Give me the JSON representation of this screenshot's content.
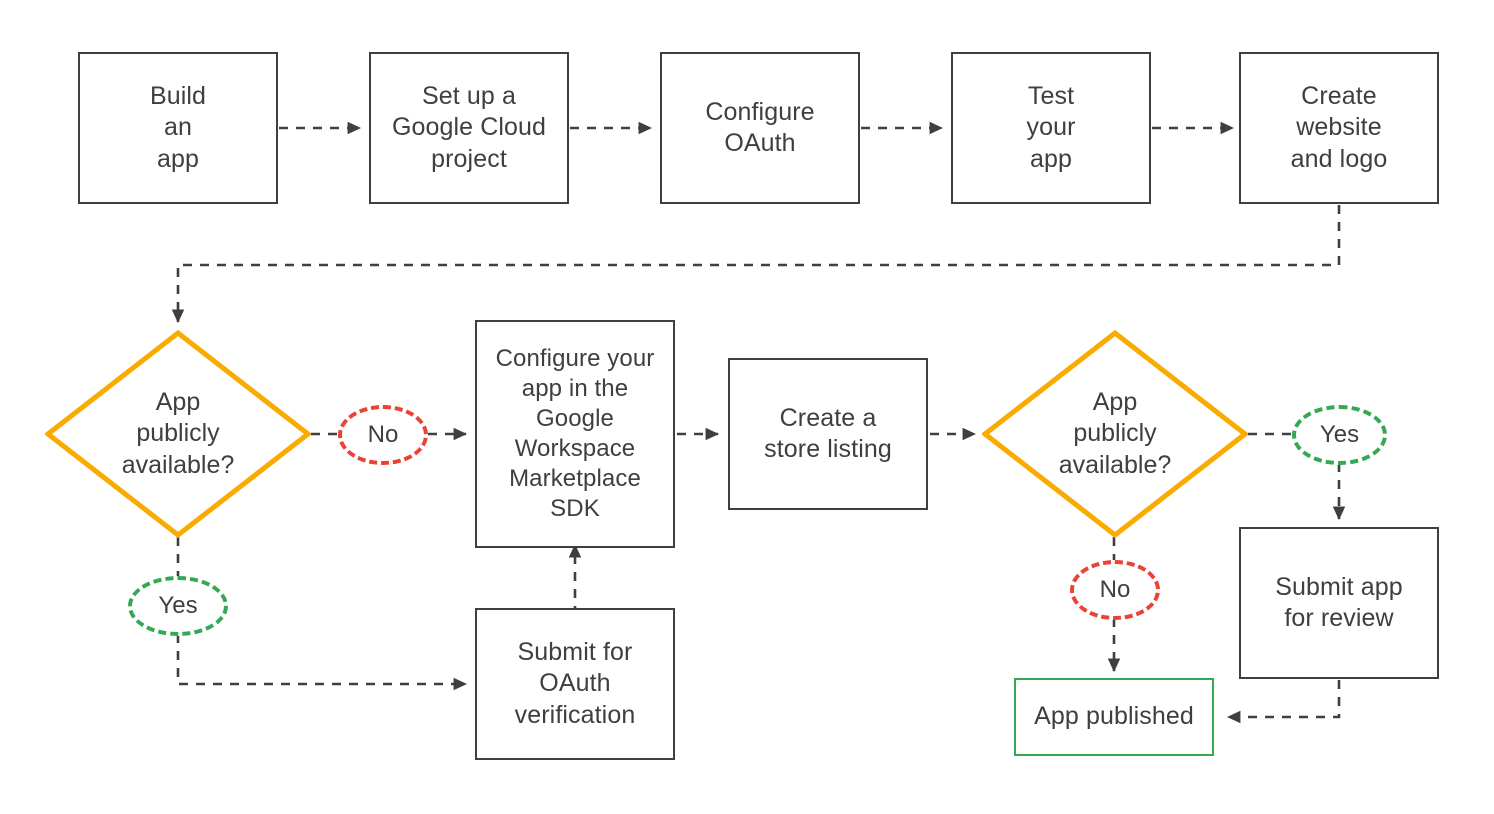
{
  "diagram": {
    "title": "Google Workspace Marketplace app publishing flow",
    "colors": {
      "stroke_dark": "#3c4043",
      "decision_yellow": "#f9ab00",
      "label_no_red": "#ea4335",
      "label_yes_green": "#34a853",
      "terminal_green": "#34a853",
      "background": "#ffffff"
    },
    "nodes": [
      {
        "id": "build-an-app",
        "type": "process",
        "text": "Build\nan\napp"
      },
      {
        "id": "set-up-google-cloud-project",
        "type": "process",
        "text": "Set up a\nGoogle Cloud\nproject"
      },
      {
        "id": "configure-oauth",
        "type": "process",
        "text": "Configure\nOAuth"
      },
      {
        "id": "test-your-app",
        "type": "process",
        "text": "Test\nyour\napp"
      },
      {
        "id": "create-website-and-logo",
        "type": "process",
        "text": "Create\nwebsite\nand logo"
      },
      {
        "id": "app-publicly-available-1",
        "type": "decision",
        "text": "App\npublicly\navailable?"
      },
      {
        "id": "configure-app-in-marketplace-sdk",
        "type": "process",
        "text": "Configure your\napp in the\nGoogle\nWorkspace\nMarketplace\nSDK"
      },
      {
        "id": "create-a-store-listing",
        "type": "process",
        "text": "Create a\nstore listing"
      },
      {
        "id": "app-publicly-available-2",
        "type": "decision",
        "text": "App\npublicly\navailable?"
      },
      {
        "id": "submit-for-oauth-verification",
        "type": "process",
        "text": "Submit for\nOAuth\nverification"
      },
      {
        "id": "submit-app-for-review",
        "type": "process",
        "text": "Submit app\nfor review"
      },
      {
        "id": "app-published",
        "type": "terminal",
        "text": "App published"
      }
    ],
    "edge_labels": [
      {
        "id": "decision-1-no",
        "text": "No",
        "style": "no"
      },
      {
        "id": "decision-1-yes",
        "text": "Yes",
        "style": "yes"
      },
      {
        "id": "decision-2-yes",
        "text": "Yes",
        "style": "yes"
      },
      {
        "id": "decision-2-no",
        "text": "No",
        "style": "no"
      }
    ],
    "edges": [
      {
        "from": "build-an-app",
        "to": "set-up-google-cloud-project"
      },
      {
        "from": "set-up-google-cloud-project",
        "to": "configure-oauth"
      },
      {
        "from": "configure-oauth",
        "to": "test-your-app"
      },
      {
        "from": "test-your-app",
        "to": "create-website-and-logo"
      },
      {
        "from": "create-website-and-logo",
        "to": "app-publicly-available-1"
      },
      {
        "from": "app-publicly-available-1",
        "to": "configure-app-in-marketplace-sdk",
        "label": "No"
      },
      {
        "from": "app-publicly-available-1",
        "to": "submit-for-oauth-verification",
        "label": "Yes"
      },
      {
        "from": "submit-for-oauth-verification",
        "to": "configure-app-in-marketplace-sdk"
      },
      {
        "from": "configure-app-in-marketplace-sdk",
        "to": "create-a-store-listing"
      },
      {
        "from": "create-a-store-listing",
        "to": "app-publicly-available-2"
      },
      {
        "from": "app-publicly-available-2",
        "to": "submit-app-for-review",
        "label": "Yes"
      },
      {
        "from": "app-publicly-available-2",
        "to": "app-published",
        "label": "No"
      },
      {
        "from": "submit-app-for-review",
        "to": "app-published"
      }
    ]
  },
  "nodes_text": {
    "build_an_app": "Build\nan\napp",
    "set_up_project": "Set up a\nGoogle Cloud\nproject",
    "configure_oauth": "Configure\nOAuth",
    "test_your_app": "Test\nyour\napp",
    "create_website_logo": "Create\nwebsite\nand logo",
    "decision_1": "App\npublicly\navailable?",
    "configure_sdk": "Configure your\napp in the\nGoogle\nWorkspace\nMarketplace\nSDK",
    "create_store_listing": "Create a\nstore listing",
    "decision_2": "App\npublicly\navailable?",
    "submit_oauth_verification": "Submit for\nOAuth\nverification",
    "submit_app_review": "Submit app\nfor review",
    "app_published": "App published"
  },
  "labels": {
    "d1_no": "No",
    "d1_yes": "Yes",
    "d2_yes": "Yes",
    "d2_no": "No"
  }
}
